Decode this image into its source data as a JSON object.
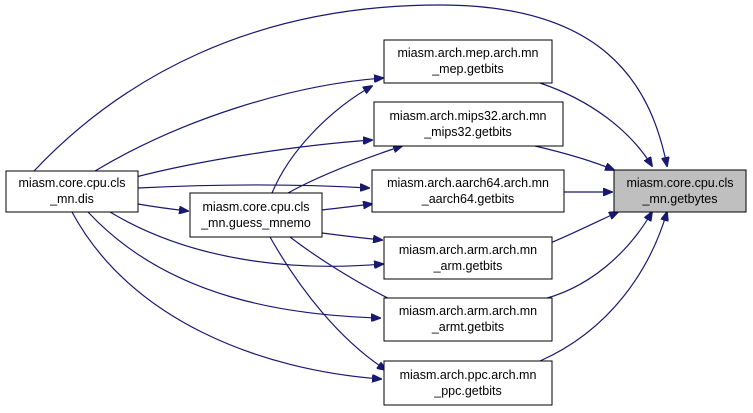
{
  "colors": {
    "edge": "#191970",
    "node_fill": "#ffffff",
    "target_fill": "#bfbfbf",
    "node_border": "#000000"
  },
  "nodes": {
    "dis": {
      "line1": "miasm.core.cpu.cls",
      "line2": "_mn.dis"
    },
    "guess_mnemo": {
      "line1": "miasm.core.cpu.cls",
      "line2": "_mn.guess_mnemo"
    },
    "mep": {
      "line1": "miasm.arch.mep.arch.mn",
      "line2": "_mep.getbits"
    },
    "mips32": {
      "line1": "miasm.arch.mips32.arch.mn",
      "line2": "_mips32.getbits"
    },
    "aarch64": {
      "line1": "miasm.arch.aarch64.arch.mn",
      "line2": "_aarch64.getbits"
    },
    "arm": {
      "line1": "miasm.arch.arm.arch.mn",
      "line2": "_arm.getbits"
    },
    "armt": {
      "line1": "miasm.arch.arm.arch.mn",
      "line2": "_armt.getbits"
    },
    "ppc": {
      "line1": "miasm.arch.ppc.arch.mn",
      "line2": "_ppc.getbits"
    },
    "getbytes": {
      "line1": "miasm.core.cpu.cls",
      "line2": "_mn.getbytes"
    }
  }
}
